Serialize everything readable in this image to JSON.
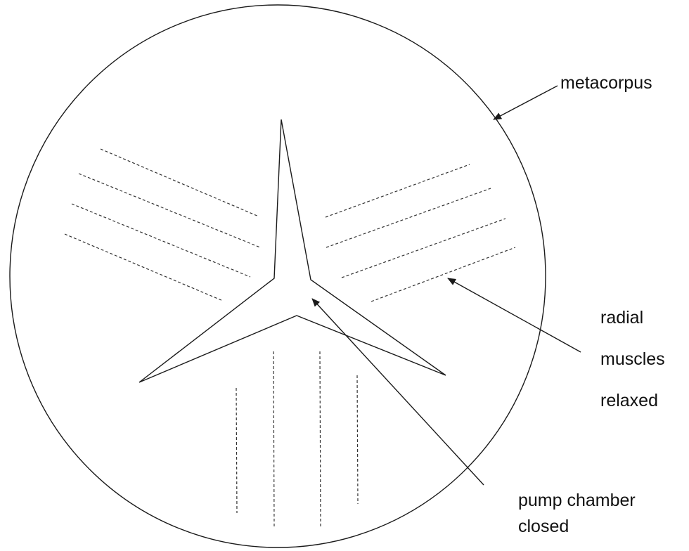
{
  "labels": {
    "metacorpus": "metacorpus",
    "radial_line1": "radial",
    "radial_line2": "muscles",
    "radial_line3": "relaxed",
    "pump_line1": "pump chamber",
    "pump_line2": "closed"
  },
  "colors": {
    "stroke": "#1a1a1a",
    "muscle": "#333333",
    "text": "#111111",
    "background": "#ffffff"
  }
}
